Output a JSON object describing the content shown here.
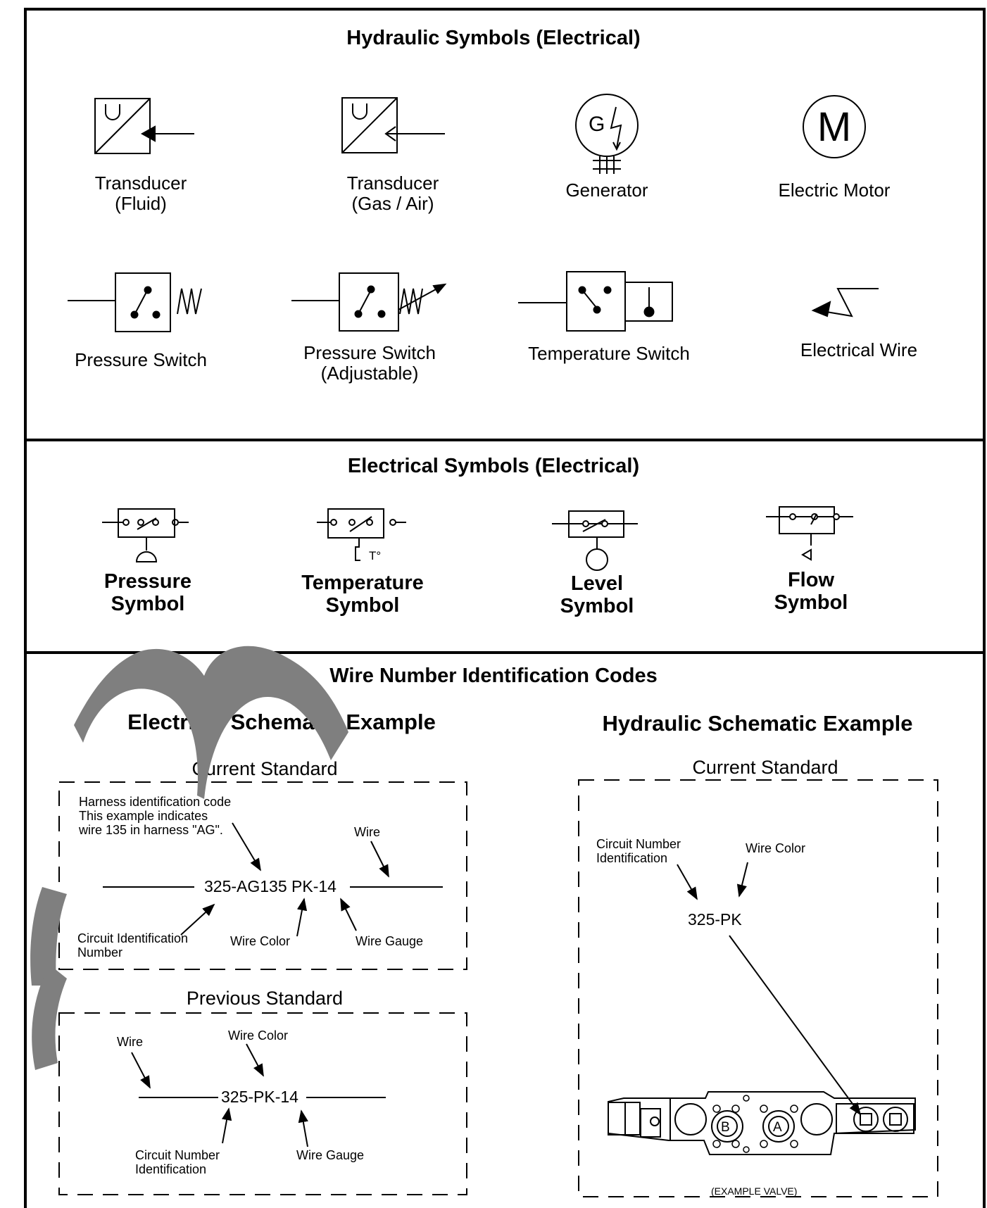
{
  "sections": {
    "hydraulic": {
      "title": "Hydraulic Symbols (Electrical)",
      "items": [
        {
          "label": "Transducer\n(Fluid)"
        },
        {
          "label": "Transducer\n(Gas / Air)"
        },
        {
          "label": "Generator",
          "glyph": "G"
        },
        {
          "label": "Electric Motor",
          "glyph": "M"
        },
        {
          "label": "Pressure Switch"
        },
        {
          "label": "Pressure Switch\n(Adjustable)"
        },
        {
          "label": "Temperature Switch"
        },
        {
          "label": "Electrical Wire"
        }
      ]
    },
    "electrical": {
      "title": "Electrical Symbols (Electrical)",
      "items": [
        {
          "label": "Pressure\nSymbol"
        },
        {
          "label": "Temperature\nSymbol",
          "glyph": "T°"
        },
        {
          "label": "Level\nSymbol"
        },
        {
          "label": "Flow\nSymbol"
        }
      ]
    },
    "wire_codes": {
      "title": "Wire Number Identification Codes",
      "electrical_example": {
        "title": "Electrical Schematic Example",
        "current": {
          "heading": "Current Standard",
          "harness_note": "Harness identification code\nThis example indicates\nwire 135 in harness \"AG\".",
          "wire": "Wire",
          "code": "325-AG135 PK-14",
          "circuit": "Circuit Identification\nNumber",
          "wire_color": "Wire Color",
          "wire_gauge": "Wire Gauge"
        },
        "previous": {
          "heading": "Previous Standard",
          "wire": "Wire",
          "wire_color": "Wire Color",
          "code": "325-PK-14",
          "circuit": "Circuit Number\nIdentification",
          "wire_gauge": "Wire Gauge"
        }
      },
      "hydraulic_example": {
        "title": "Hydraulic Schematic Example",
        "heading": "Current Standard",
        "circuit": "Circuit Number\nIdentification",
        "wire_color": "Wire Color",
        "code": "325-PK",
        "valve_caption": "(EXAMPLE VALVE)",
        "port_b": "B",
        "port_a": "A"
      }
    }
  },
  "colors": {
    "ink": "#000000",
    "watermark": "#7f7f7f",
    "background": "#ffffff"
  }
}
